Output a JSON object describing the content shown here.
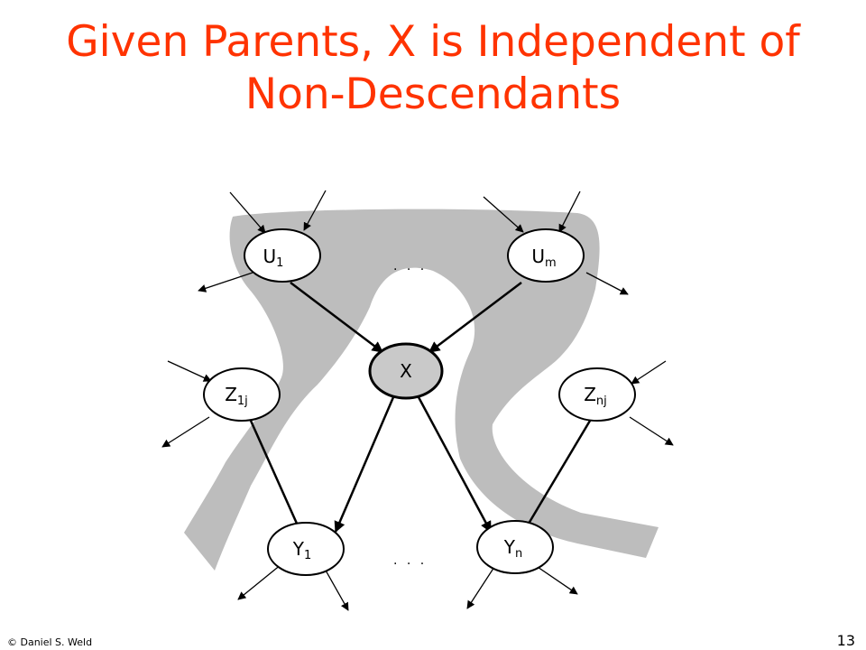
{
  "slide": {
    "title_line1": "Given Parents, X is Independent of",
    "title_line2": "Non-Descendants",
    "copyright": "© Daniel S. Weld",
    "page_number": "13"
  },
  "colors": {
    "title": "#ff3300",
    "region": "#bdbdbd",
    "query_node": "#c9c9c9"
  },
  "diagram": {
    "nodes": {
      "u1": {
        "main": "U",
        "sub": "1"
      },
      "um": {
        "main": "U",
        "sub": "m"
      },
      "x": {
        "main": "X",
        "sub": ""
      },
      "z1j": {
        "main": "Z",
        "sub": "1j"
      },
      "znj": {
        "main": "Z",
        "sub": "nj"
      },
      "y1": {
        "main": "Y",
        "sub": "1"
      },
      "yn": {
        "main": "Y",
        "sub": "n"
      }
    },
    "ellipsis_top": ". . .",
    "ellipsis_bottom": ". . ."
  }
}
